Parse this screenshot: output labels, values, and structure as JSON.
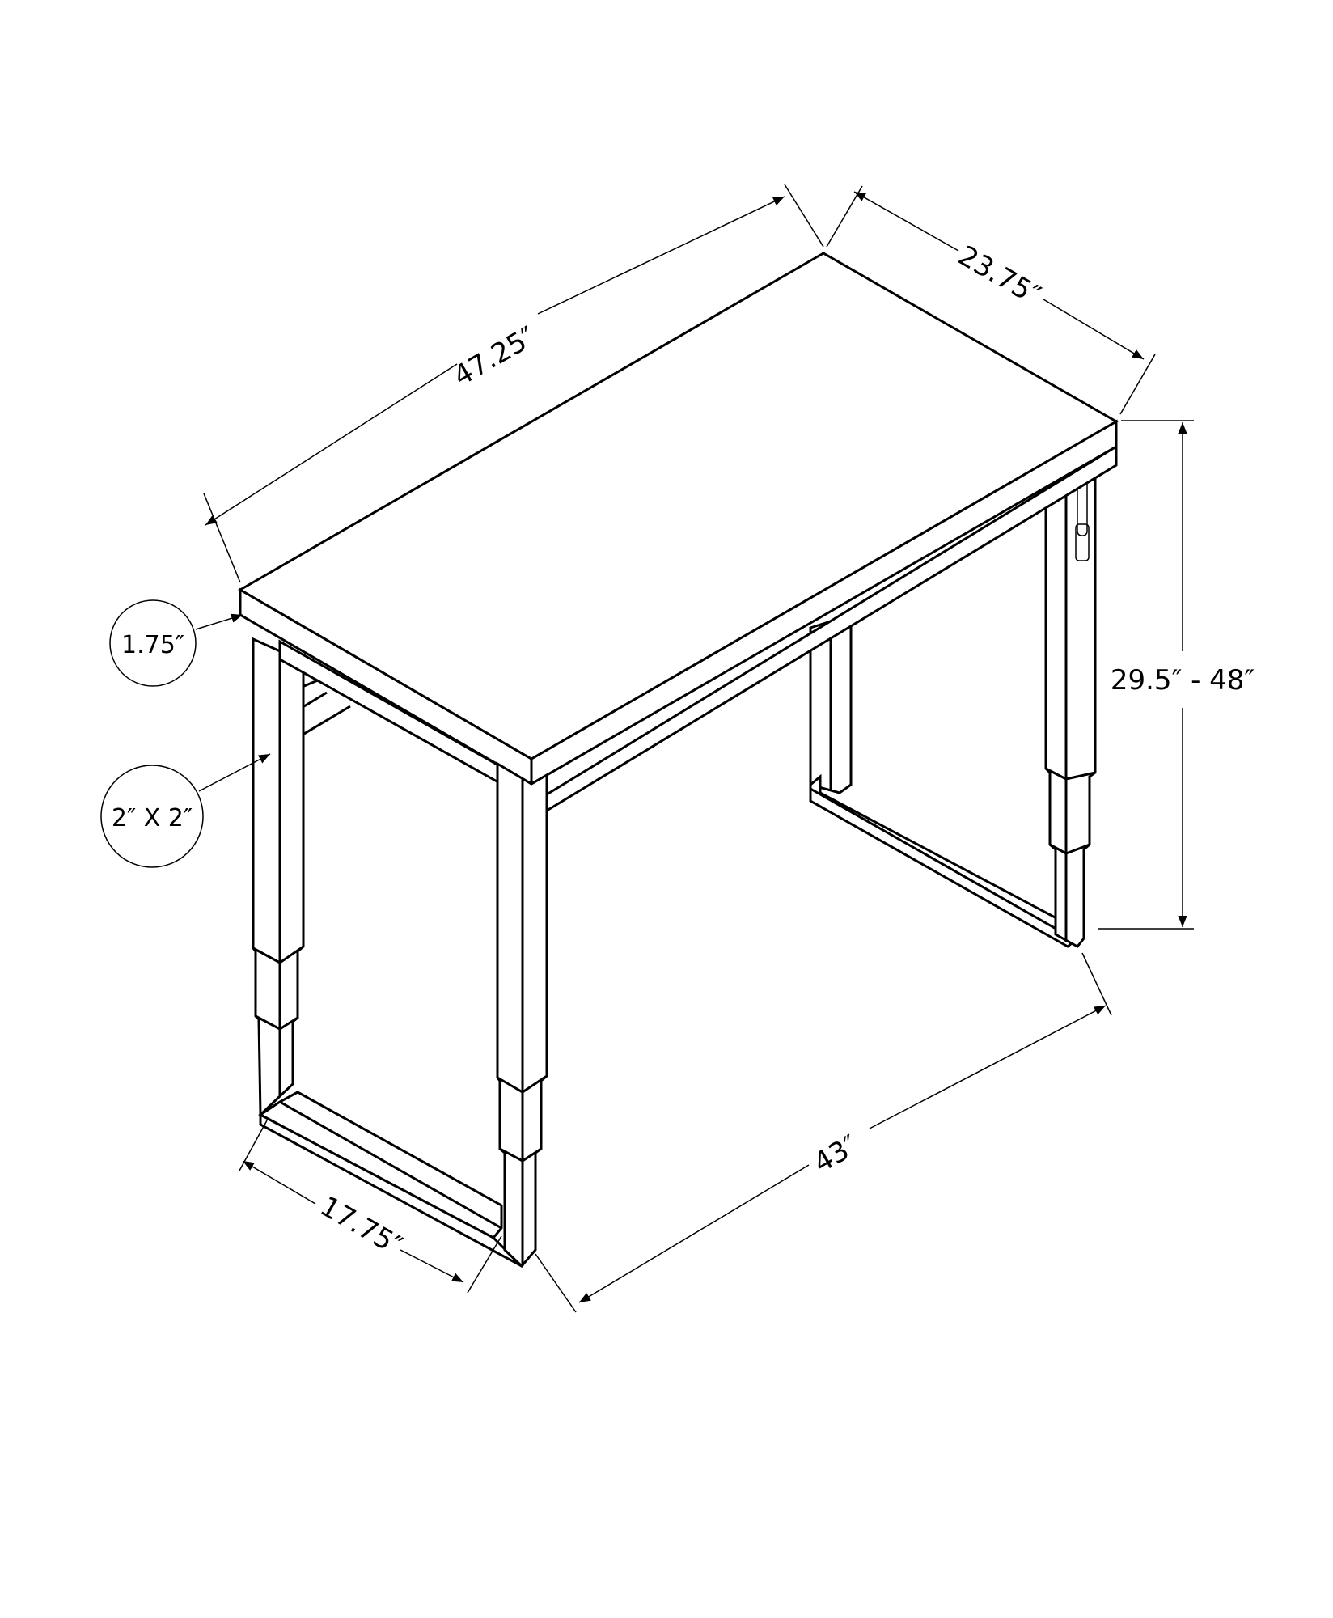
{
  "diagram": {
    "subject": "Adjustable height desk line drawing with dimensions",
    "dimensions": {
      "width": "47.25″",
      "depth": "23.75″",
      "height": "29.5″ - 48″",
      "leg_span": "43″",
      "base_depth": "17.75″"
    },
    "callouts": {
      "top_thickness": "1.75″",
      "leg_size": "2″ X 2″"
    },
    "colors": {
      "stroke": "#000000",
      "background": "#ffffff"
    }
  }
}
